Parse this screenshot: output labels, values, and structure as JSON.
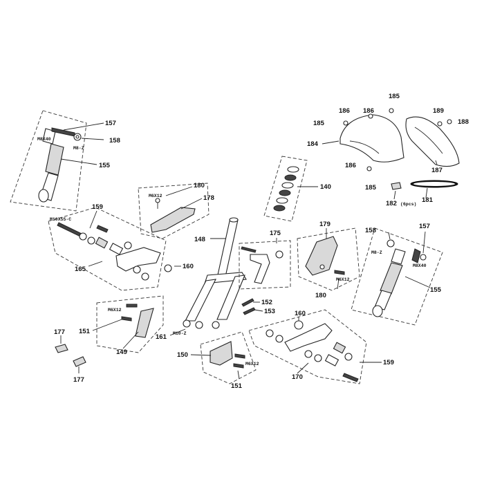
{
  "labels": {
    "l157a": "157",
    "l158a": "158",
    "l155a": "155",
    "l159a": "159",
    "l165": "165",
    "l160a": "160",
    "l180a": "180",
    "l178": "178",
    "l148": "148",
    "l175": "175",
    "l151a": "151",
    "l149": "149",
    "l177a": "177",
    "l177b": "177",
    "l152": "152",
    "l153": "153",
    "l161": "161",
    "l150": "150",
    "l151b": "151",
    "l140": "140",
    "l179": "179",
    "l180b": "180",
    "l158b": "158",
    "l157b": "157",
    "l155b": "155",
    "l160b": "160",
    "l170": "170",
    "l159b": "159",
    "l185a": "185",
    "l186a": "186",
    "l186b": "186",
    "l185b": "185",
    "l184": "184",
    "l189": "189",
    "l188": "188",
    "l186c": "186",
    "l185c": "185",
    "l187": "187",
    "l182": "182",
    "l181": "181"
  },
  "specs": {
    "m8x40a": "M8X40",
    "m8za": "M8-Z",
    "m10x55": "M10X55-C",
    "m6x12a": "M6X12",
    "m6x12b": "M6X12",
    "m6x12c": "M6X12",
    "m6x12d": "M6X12",
    "m10z": "M10-Z",
    "m8zb": "M8-Z",
    "m8x40b": "M8X40",
    "pcs6": "(6pcs)"
  }
}
